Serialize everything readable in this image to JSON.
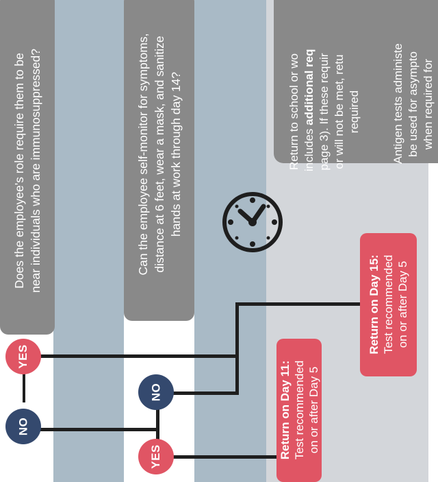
{
  "questions": {
    "q1": {
      "line1": "Does the employee's role require them to be",
      "line2": "near individuals who are immunosuppressed?"
    },
    "q2": {
      "line1": "Can the employee self-monitor for symptoms,",
      "line2": "distance at 6 feet, wear a mask, and sanitize",
      "line3": "hands at work through day 14?"
    }
  },
  "answers": {
    "yes": "YES",
    "no": "NO"
  },
  "outcomes": {
    "day11": {
      "title": "Return on Day 11:",
      "line1": "Test recommended",
      "line2": "on or after Day 5"
    },
    "day15": {
      "title": "Return on Day 15:",
      "line1": "Test recommended",
      "line2": "on or after Day 5"
    }
  },
  "info": {
    "p1_line1": "Return to school or wo",
    "p1_line2_pre": "includes ",
    "p1_line2_bold": "additional req",
    "p1_line3": "page 3). If these requir",
    "p1_line4": "or will not be met, retu",
    "p1_line5": "required",
    "p2_line1": "Antigen tests administe",
    "p2_line2": "be used for asympto",
    "p2_line3": "when required for"
  },
  "icons": {
    "clock": "clock-icon"
  },
  "colors": {
    "navy": "#34496e",
    "red": "#e05564",
    "gray_box": "#898989",
    "blue_band": "#a9bac6",
    "gray_band": "#d3d6da"
  }
}
